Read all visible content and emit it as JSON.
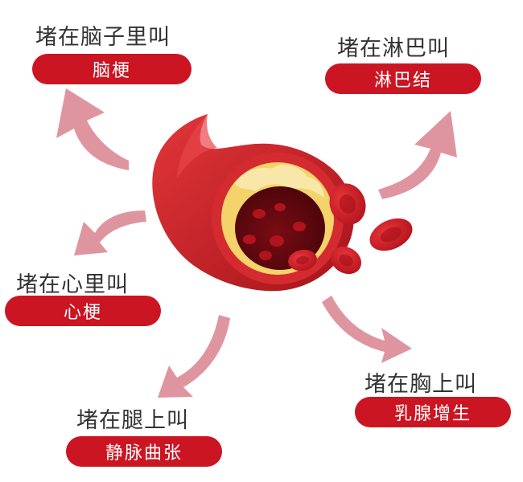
{
  "labels": {
    "brain": {
      "heading": "堵在脑子里叫",
      "condition": "脑梗"
    },
    "lymph": {
      "heading": "堵在淋巴叫",
      "condition": "淋巴结"
    },
    "heart": {
      "heading": "堵在心里叫",
      "condition": "心梗"
    },
    "chest": {
      "heading": "堵在胸上叫",
      "condition": "乳腺增生"
    },
    "leg": {
      "heading": "堵在腿上叫",
      "condition": "静脉曲张"
    }
  },
  "colors": {
    "pill_red": "#cc1522",
    "arrow_pink": "#d9838e",
    "vessel_red": "#c81e24",
    "plaque_yellow": "#f3d36a"
  }
}
